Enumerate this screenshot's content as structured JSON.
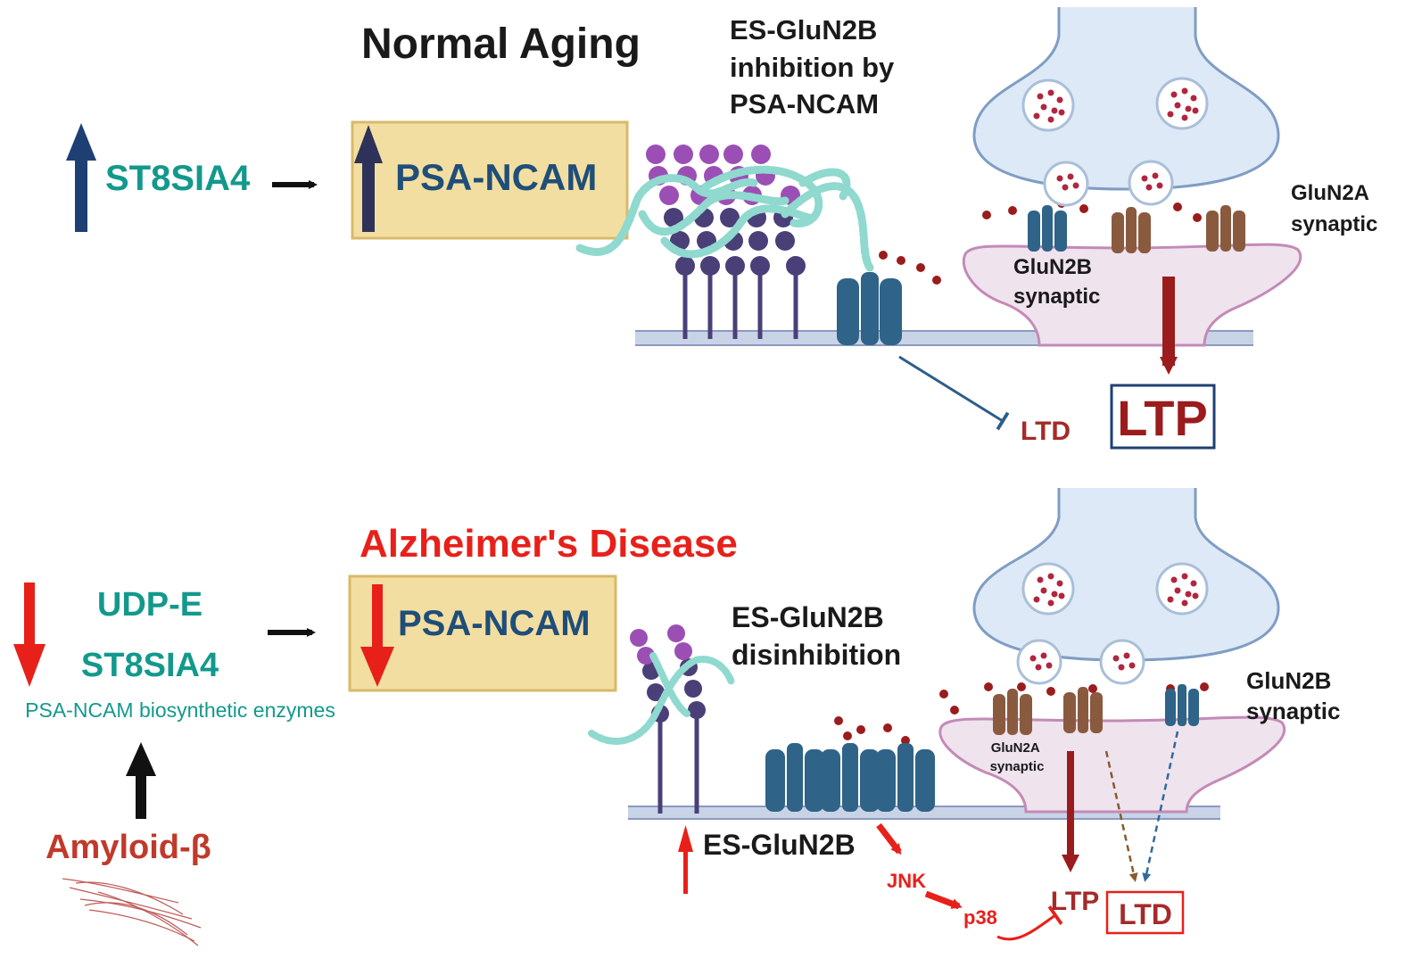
{
  "panels": {
    "normal": {
      "title": "Normal Aging",
      "enzyme": "ST8SIA4",
      "box_label": "PSA-NCAM",
      "mechanism": [
        "ES-GluN2B",
        "inhibition by",
        "PSA-NCAM"
      ],
      "glun2a_label": [
        "GluN2A",
        "synaptic"
      ],
      "glun2b_label": [
        "GluN2B",
        "synaptic"
      ],
      "ltd": "LTD",
      "ltp": "LTP"
    },
    "ad": {
      "title": "Alzheimer's Disease",
      "enzyme1": "UDP-E",
      "enzyme2": "ST8SIA4",
      "enzymes_caption": "PSA-NCAM biosynthetic enzymes",
      "trigger": "Amyloid-β",
      "box_label": "PSA-NCAM",
      "mechanism": [
        "ES-GluN2B",
        "disinhibition"
      ],
      "glun2b_label": [
        "GluN2B",
        "synaptic"
      ],
      "glun2a_label": [
        "GluN2A",
        "synaptic"
      ],
      "es_glun2b": "ES-GluN2B",
      "jnk": "JNK",
      "p38": "p38",
      "ltp": "LTP",
      "ltd": "LTD"
    }
  },
  "colors": {
    "teal": "#13998c",
    "navy": "#1e3f73",
    "dark_red": "#a52a2a",
    "red": "#e8201a",
    "box_fill": "#f3dea1",
    "box_stroke": "#d9b969",
    "neuron_fill": "#dde9f6",
    "neuron_stroke": "#7f9dc4",
    "post_fill": "#efe3ee",
    "post_stroke": "#c48ab7",
    "receptor_blue": "#2f6388",
    "receptor_brown": "#8a5a3f",
    "psa_purple": "#9b4fb5",
    "psa_dark": "#4b3f78",
    "psa_beads": "#8fd9cf"
  }
}
